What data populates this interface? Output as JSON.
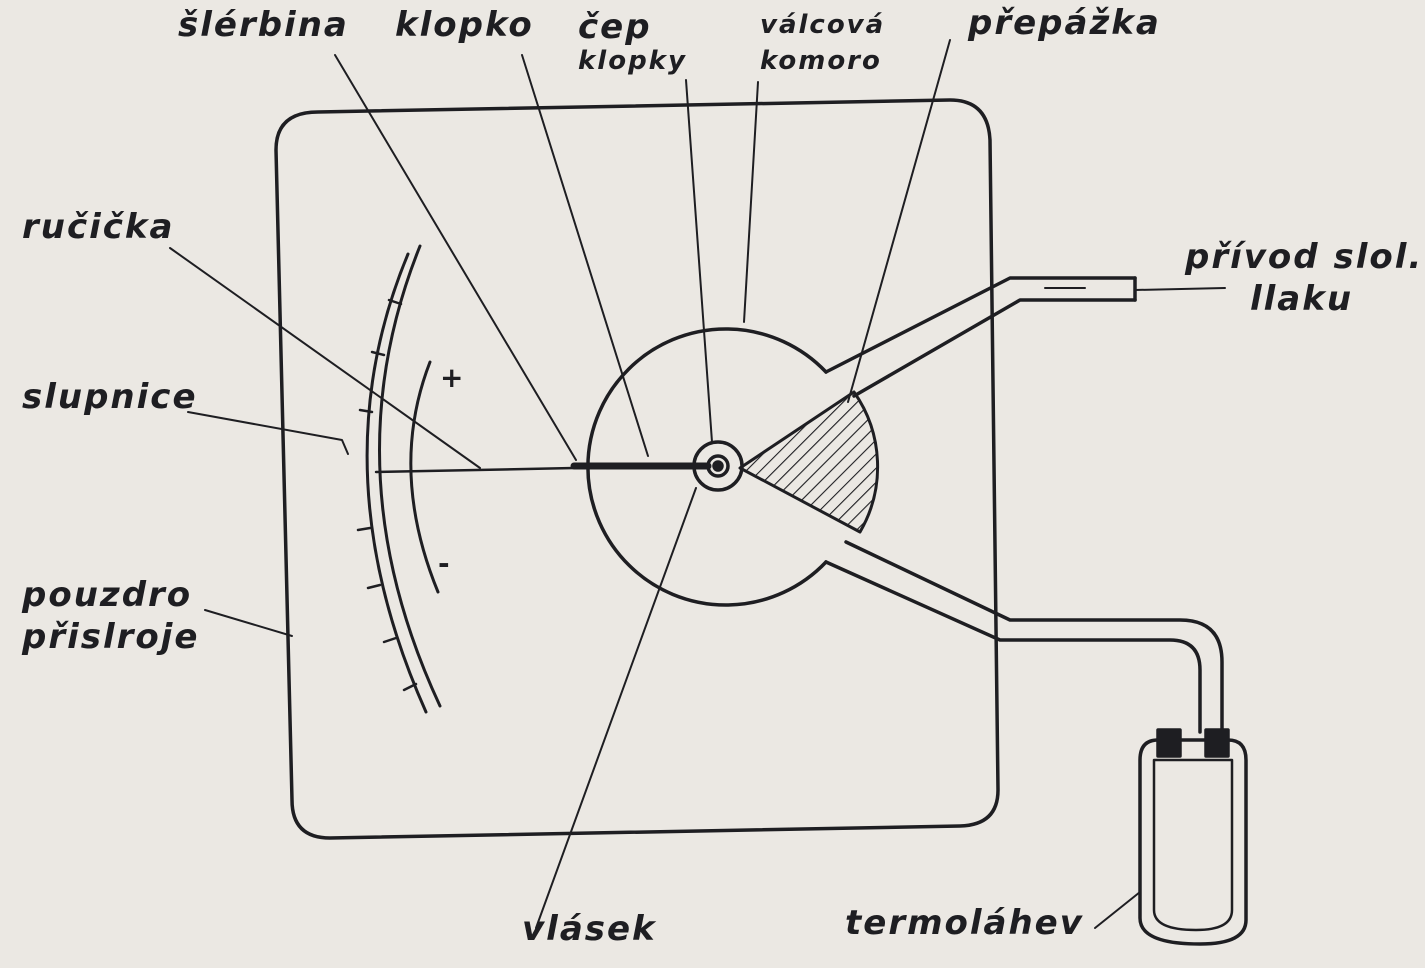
{
  "labels": {
    "sterbina": "šlérbina",
    "klapka": "klopko",
    "cep_line1": "čep",
    "cep_line2": "klopky",
    "valcova_line1": "válcová",
    "valcova_line2": "komoro",
    "prepazka": "přepážka",
    "rucicka": "ručička",
    "privod_line1": "přívod slol.",
    "privod_line2": "llaku",
    "stupnice": "slupnice",
    "pouzdro_line1": "pouzdro",
    "pouzdro_line2": "přislroje",
    "vlasek": "vlásek",
    "termolahev": "termoláhev",
    "plus": "+",
    "minus": "-"
  },
  "colors": {
    "ink": "#1e1e22",
    "paper": "#ebe8e3"
  }
}
